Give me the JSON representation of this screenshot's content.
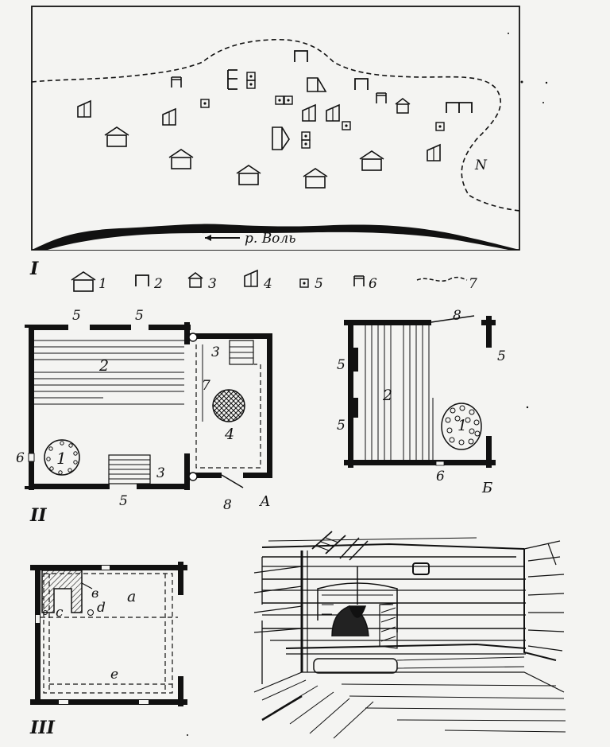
{
  "fig1": {
    "numeral": "I",
    "river_label": "р. Воль",
    "north_label": "N",
    "legend": [
      "1",
      "2",
      "3",
      "4",
      "5",
      "6",
      "7"
    ]
  },
  "fig2": {
    "numeral": "II",
    "plan_a": {
      "letter": "А",
      "labels": [
        "5",
        "5",
        "2",
        "1",
        "3",
        "6",
        "5",
        "3",
        "7",
        "4",
        "8"
      ]
    },
    "plan_b": {
      "letter": "Б",
      "labels": [
        "8",
        "5",
        "5",
        "2",
        "1",
        "5",
        "6"
      ]
    }
  },
  "fig3": {
    "numeral": "III",
    "labels": [
      "в",
      "a",
      "c",
      "d",
      "e"
    ]
  }
}
